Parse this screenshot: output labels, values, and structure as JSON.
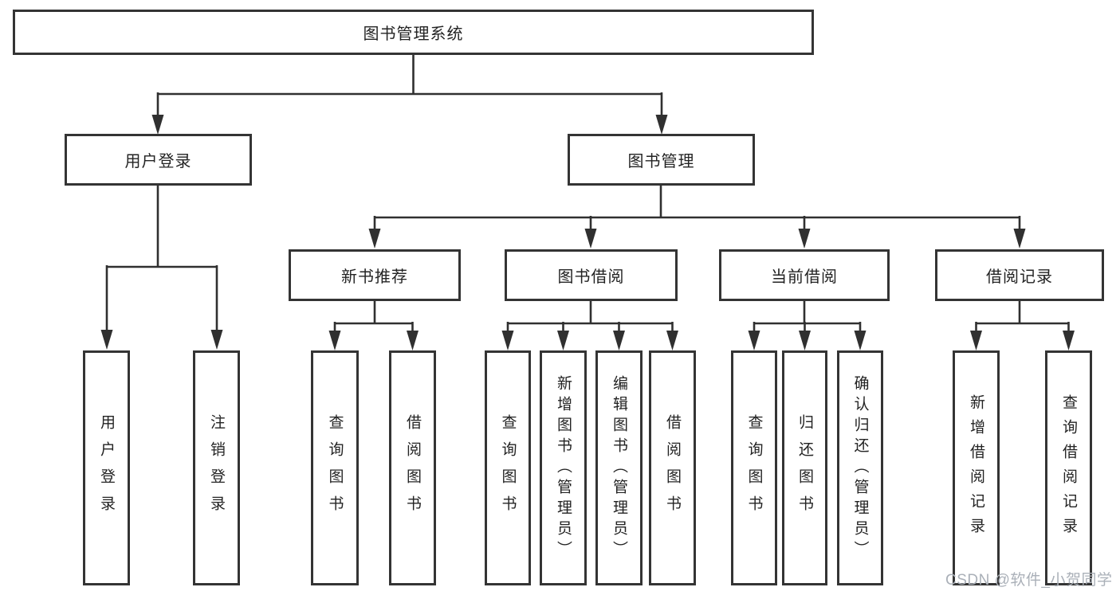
{
  "diagram_title": "图书管理系统",
  "tree": {
    "label": "图书管理系统",
    "children": [
      {
        "label": "用户登录",
        "children": [
          {
            "label": "用户登录"
          },
          {
            "label": "注销登录"
          }
        ]
      },
      {
        "label": "图书管理",
        "children": [
          {
            "label": "新书推荐",
            "children": [
              {
                "label": "查询图书"
              },
              {
                "label": "借阅图书"
              }
            ]
          },
          {
            "label": "图书借阅",
            "children": [
              {
                "label": "查询图书"
              },
              {
                "label": "新增图书（管理员）"
              },
              {
                "label": "编辑图书（管理员）"
              },
              {
                "label": "借阅图书"
              }
            ]
          },
          {
            "label": "当前借阅",
            "children": [
              {
                "label": "查询图书"
              },
              {
                "label": "归还图书"
              },
              {
                "label": "确认归还（管理员）"
              }
            ]
          },
          {
            "label": "借阅记录",
            "children": [
              {
                "label": "新增借阅记录"
              },
              {
                "label": "查询借阅记录"
              }
            ]
          }
        ]
      }
    ]
  },
  "watermark": {
    "text": "CSDN @软件_小贺同学"
  },
  "colors": {
    "line": "#303030",
    "box_border": "#343434",
    "box_bg": "#ffffff",
    "text": "#232323",
    "watermark": "#aab0b8"
  }
}
